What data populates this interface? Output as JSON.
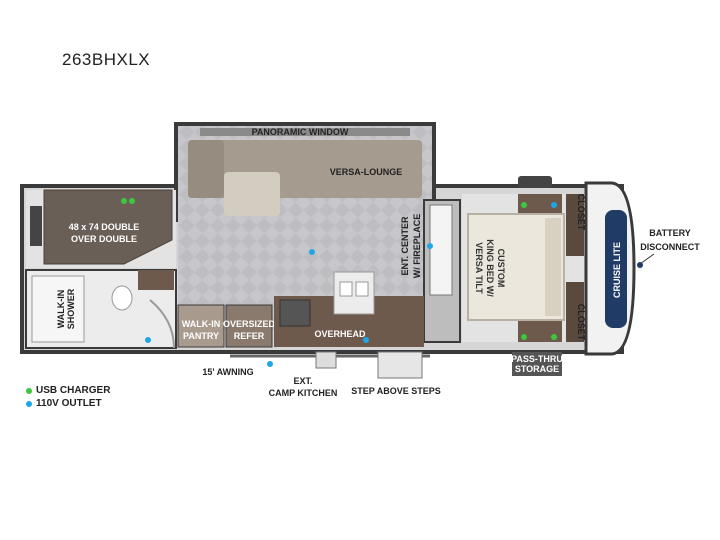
{
  "model": "263BHXLX",
  "labels": {
    "panoramic_window": "PANORAMIC WINDOW",
    "versa_lounge": "VERSA-LOUNGE",
    "bed_line1": "48 x 74 DOUBLE",
    "bed_line2": "OVER DOUBLE",
    "ent_line1": "ENT. CENTER",
    "ent_line2": "W/ FIREPLACE",
    "king_line1": "CUSTOM",
    "king_line2": "KING BED W/",
    "king_line3": "VERSA TILT",
    "closet": "CLOSET",
    "battery_line1": "BATTERY",
    "battery_line2": "DISCONNECT",
    "shower_line1": "WALK-IN",
    "shower_line2": "SHOWER",
    "pantry_line1": "WALK-IN",
    "pantry_line2": "PANTRY",
    "refer_line1": "OVERSIZED",
    "refer_line2": "REFER",
    "overhead": "OVERHEAD",
    "pass_line1": "PASS-THRU",
    "pass_line2": "STORAGE",
    "awning": "15' AWNING",
    "camp_line1": "EXT.",
    "camp_line2": "CAMP KITCHEN",
    "step": "STEP ABOVE STEPS",
    "brand": "CRUISE LITE"
  },
  "legend": {
    "usb": "USB CHARGER",
    "outlet": "110V OUTLET"
  },
  "colors": {
    "usb_dot": "#3ec63e",
    "outlet_dot": "#1ea6e8",
    "wall": "#3a3a3a",
    "floor": "#c9c9cd",
    "sofa": "#a59b8e",
    "counter": "#6e5a4c"
  }
}
